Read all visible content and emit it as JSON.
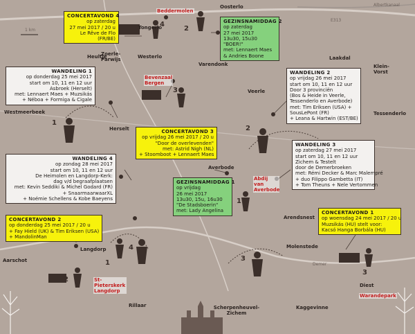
{
  "scale": "1 km",
  "roads": {
    "e313": "E313",
    "albertkanaal": "Albertkanaal",
    "demer": "Demer"
  },
  "places": {
    "tongerlo": "Tongerlo",
    "beddermolen": "Beddermolen",
    "oosterlo": "Oosterlo",
    "heultje": "Heultje",
    "zoerle": "Zoerle-Parwijs",
    "westerlo": "Westerlo",
    "varendonk": "Varendonk",
    "laakdal": "Laakdal",
    "kleinvorst": "Klein-Vorst",
    "bevenzaal": "Bevenzaal Bergen",
    "westmeerbeek": "Westmeerbeek",
    "veerle": "Veerle",
    "tessenderlo": "Tessenderlo",
    "herselt": "Herselt",
    "averbode": "Averbode",
    "abdij": "Abdij van Averbode",
    "langdorp": "Langdorp",
    "stpieterskerk": "St-Pieterskerk Langdorp",
    "aarschot": "Aarschot",
    "molenstede": "Molenstede",
    "rillaar": "Rillaar",
    "scherpenheuvel": "Scherpenheuvel-Zichem",
    "kaggevinne": "Kaggevinne",
    "diest": "Diest",
    "warandepark": "Warandepark",
    "arendonk": "Arendsnest"
  },
  "markers": [
    "4",
    "2",
    "3",
    "1",
    "2",
    "1",
    "3",
    "4",
    "2",
    "3",
    "1"
  ],
  "boxes": {
    "ca4": [
      "CONCERTAVOND 4",
      "op zaterdag",
      "27 mei 2017 / 20 u",
      "Le Rêve de Flo",
      "(FR/BE)"
    ],
    "gz2": [
      "GEZINSNAMIDDAG 2",
      "op zaterdag",
      "27 mei 2017",
      "13u30, 15u30",
      "\"BOER!\"",
      "met: Lennaert Maes",
      "& Andries Boone"
    ],
    "w1": [
      "WANDELING 1",
      "op donderdag 25 mei 2017",
      "start om 10, 11 en 12 uur",
      "Asbroek (Herselt)",
      "met: Lennaert Maes + Muzsikás",
      "+ Néboa + Formiga & Cigale"
    ],
    "w2": [
      "WANDELING 2",
      "op vrijdag 26 mei 2017",
      "start om 10, 11 en 12 uur",
      "Door 3 provinciën",
      "(Bos & Heide in Veerle,",
      "Tessenderlo en Averbode)",
      "met: Tim Eriksen (USA) +",
      "SousLePont (FR)",
      "+ Leana & Hartwin (EST/BE)"
    ],
    "ca3": [
      "CONCERTAVOND 3",
      "op vrijdag 26 mei 2017 / 20 u",
      "\"Door de overlevenden\"",
      "met: Astrid Nigh (NL)",
      "+ Stoomboot + Lennaert Maes"
    ],
    "w4": [
      "WANDELING 4",
      "op zondag 28 mei 2017",
      "start om 10, 11 en 12 uur",
      "De Heimolen en Langdorp-Kerk:",
      "dag v/d begraafplaatsen",
      "met: Kevin Seddiki & Michel Godard (FR)",
      "+ SnaarmaarwaarXL",
      "+ Noémie Schellens & Kobe Baeyens"
    ],
    "w3": [
      "WANDELING 3",
      "op zaterdag 27 mei 2017",
      "start om 10, 11 en 12 uur",
      "Zichem & Testelt",
      "door de Demerbroeken",
      "met: Rémi Decker & Marc Malempré",
      "+ duo Filippo Gambetta (IT)",
      "+ Tom Theuns + Nele Vertommen"
    ],
    "gz1": [
      "GEZINSNAMIDDAG 1",
      "op vrijdag",
      "26 mei 2017",
      "13u30, 15u, 16u30",
      "\"De Stadsboerin\"",
      "met: Lady Angelina"
    ],
    "ca2": [
      "CONCERTAVOND 2",
      "op donderdag 25 mei 2017 / 20 u",
      "+ Fay Hield (UK) & Tim Eriksen (USA)",
      "+ MandolinMan"
    ],
    "ca1": [
      "CONCERTAVOND 1",
      "op woensdag 24 mei 2017 / 20 u",
      "Muzsikás (HU) stelt voor:",
      "Kacsó Hanga Borbála (HU)"
    ]
  }
}
